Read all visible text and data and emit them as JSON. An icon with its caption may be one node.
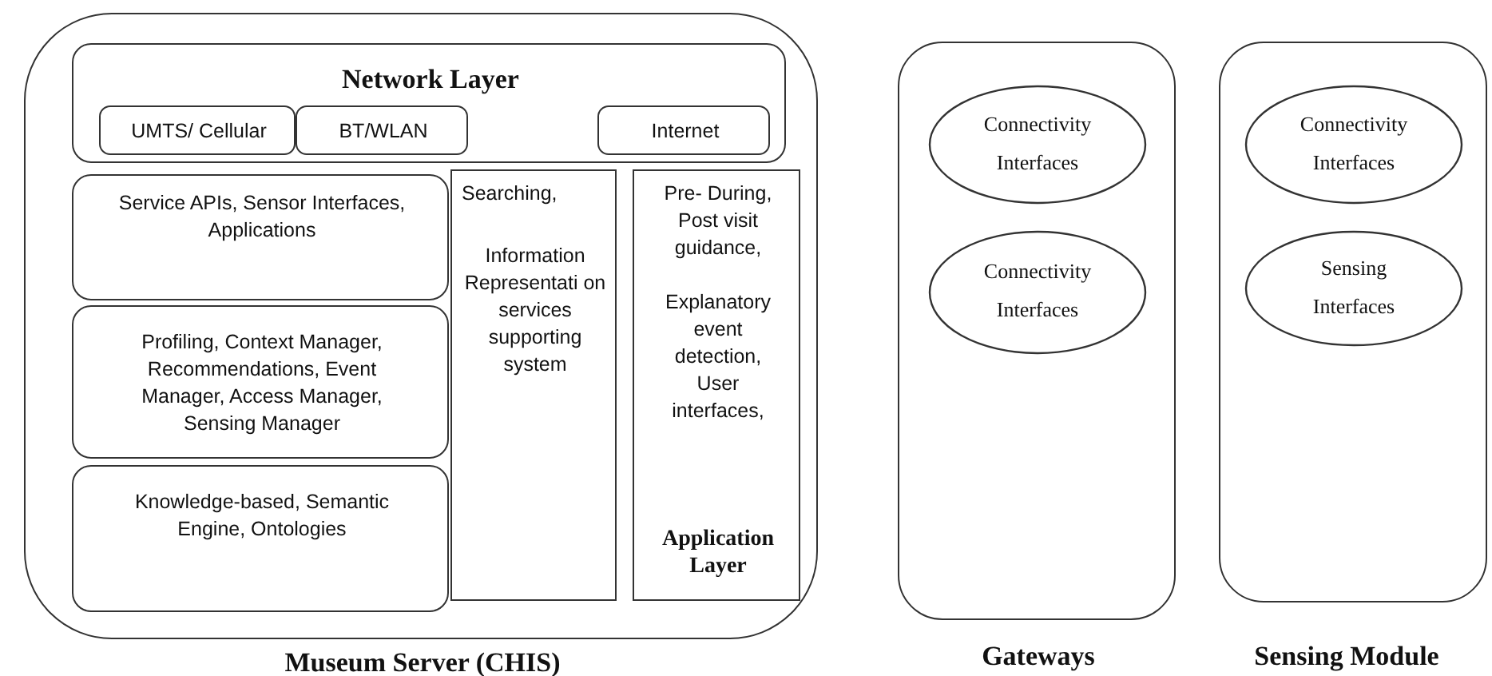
{
  "diagram": {
    "nodes": [
      {
        "text": [
          "Museum Server (CHIS)"
        ]
      },
      {
        "text": [
          "Network Layer"
        ],
        "in": 0
      },
      {
        "text": [
          "UMTS/ Cellular"
        ],
        "in": 1
      },
      {
        "text": [
          "BT/WLAN"
        ],
        "in": 1
      },
      {
        "text": [
          "Internet"
        ],
        "in": 1
      },
      {
        "text": [
          "Service APIs, Sensor Interfaces, Applications"
        ],
        "in": 0
      },
      {
        "text": [
          "Searching,",
          "Information Representati on services supporting system"
        ],
        "in": 0
      },
      {
        "text": [
          "Pre- During, Post visit guidance,",
          "Explanatory event detection, User interfaces,",
          "Application Layer"
        ],
        "in": 0
      },
      {
        "text": [
          "Profiling, Context Manager, Recommendations, Event Manager, Access Manager, Sensing Manager"
        ],
        "in": 0
      },
      {
        "text": [
          "Knowledge-based, Semantic Engine, Ontologies"
        ],
        "in": 0
      },
      {
        "text": [
          "Gateways"
        ]
      },
      {
        "text": [
          "Connectivity Interfaces"
        ],
        "in": 10
      },
      {
        "text": [
          "Connectivity Interfaces"
        ],
        "in": 10
      },
      {
        "text": [
          "Sensing Module"
        ]
      },
      {
        "text": [
          "Connectivity Interfaces"
        ],
        "in": 13
      },
      {
        "text": [
          "Sensing Interfaces"
        ],
        "in": 13
      }
    ]
  }
}
